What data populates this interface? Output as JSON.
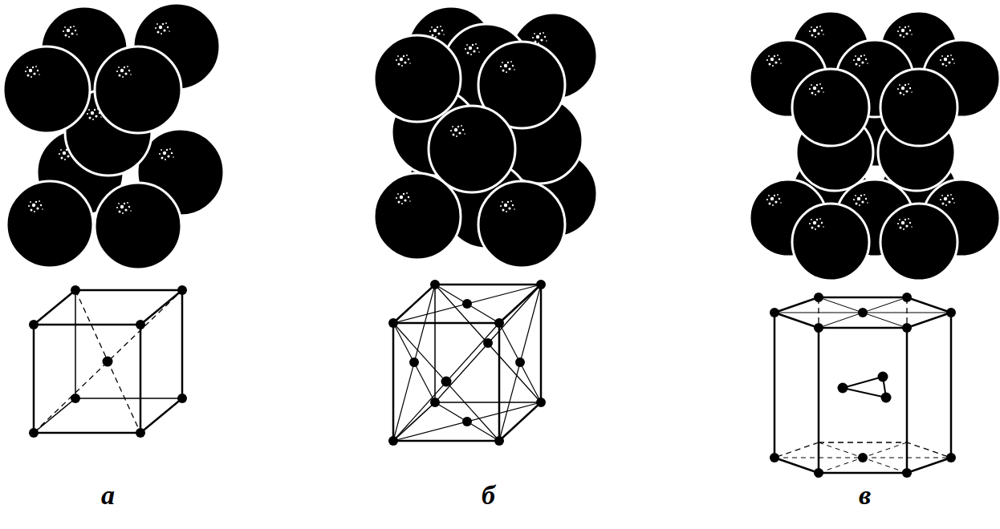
{
  "diagram": {
    "labels": [
      "а",
      "б",
      "в"
    ]
  }
}
